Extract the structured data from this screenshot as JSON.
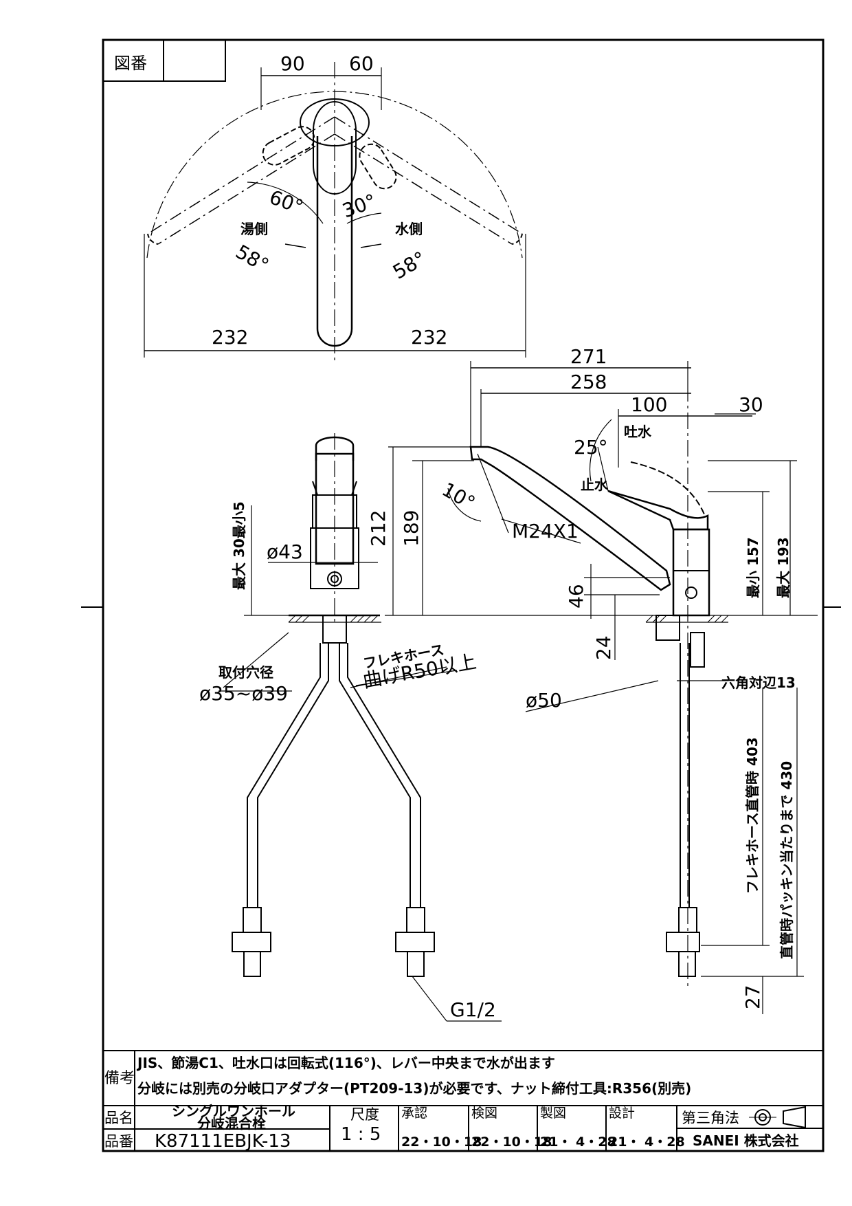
{
  "header": {
    "zuban_label": "図番",
    "zuban_value": ""
  },
  "top_view": {
    "dims": {
      "left_90": "90",
      "right_60": "60",
      "left_232": "232",
      "right_232": "232"
    },
    "angles": {
      "a60": "60°",
      "a30": "30°",
      "hot58": "58°",
      "cold58": "58°"
    },
    "labels": {
      "hot_side": "湯側",
      "cold_side": "水側"
    }
  },
  "front_view": {
    "stroke_label": "最大 30最小5",
    "d43": "ø43",
    "h212": "212",
    "h189": "189",
    "hole_title": "取付穴径",
    "hole_value": "ø35~ø39",
    "hose_title": "フレキホース",
    "hose_value": "曲げR50以上",
    "g12": "G1/2"
  },
  "side_view": {
    "d271": "271",
    "d258": "258",
    "d100": "100",
    "d30": "30",
    "a25": "25°",
    "spout_label": "吐水",
    "stop_label": "止水",
    "a10": "10°",
    "m24": "M24X1",
    "h46": "46",
    "h24": "24",
    "d50": "ø50",
    "hex": "六角対辺13",
    "min157": "最小 157",
    "max193": "最大 193",
    "hose403": "フレキホース直管時 403",
    "len430": "直管時パッキン当たりまで 430",
    "h27": "27"
  },
  "notes": {
    "label": "備考",
    "line1": "JIS、節湯C1、吐水口は回転式(116°)、レバー中央まで水が出ます",
    "line2": "分岐には別売の分岐口アダプター(PT209-13)が必要です、ナット締付工具:R356(別売)"
  },
  "title_block": {
    "hinmei_label": "品名",
    "hinmei_line1": "シングルワンホール",
    "hinmei_line2": "分岐混合栓",
    "hinban_label": "品番",
    "hinban": "K87111EBJK-13",
    "scale_label": "尺度",
    "scale": "1 : 5",
    "approve_label": "承認",
    "approve_date": "22・10・18",
    "check_label": "検図",
    "check_date": "22・10・18",
    "draft_label": "製図",
    "draft_date": "21・ 4・28",
    "design_label": "設計",
    "design_date": "21・ 4・28",
    "projection": "第三角法",
    "company": "SANEI 株式会社"
  }
}
